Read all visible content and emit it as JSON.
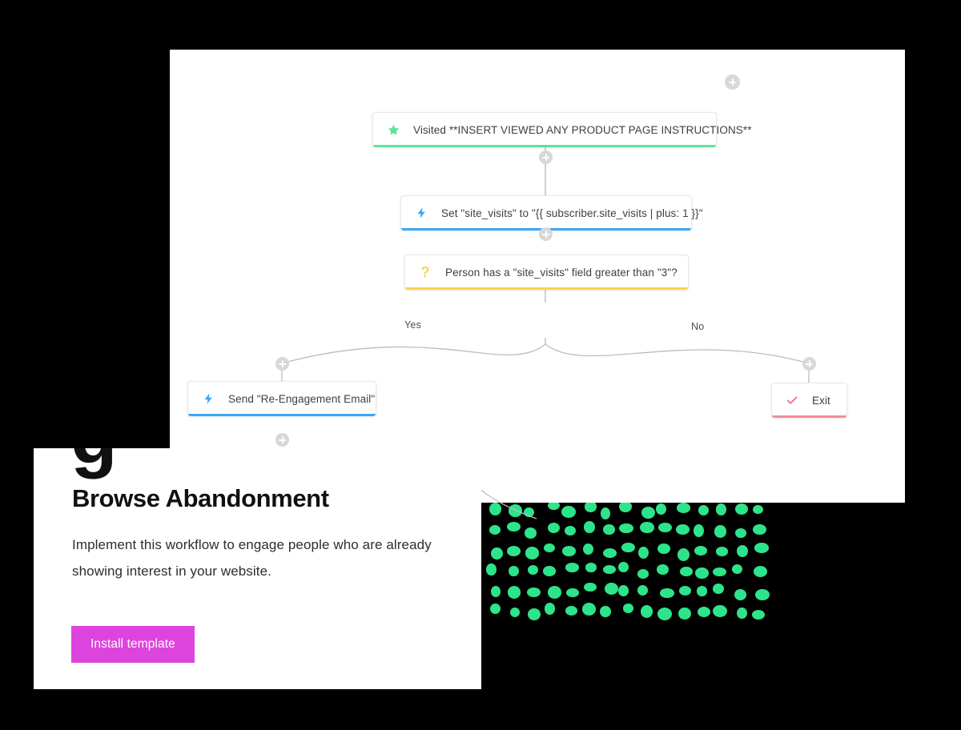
{
  "colors": {
    "canvas_background": "#ffffff",
    "page_background": "#000000",
    "trigger_accent": "#5fe39a",
    "action_accent": "#3ba8f5",
    "condition_accent": "#fbd34d",
    "exit_accent": "#f48a9c",
    "install_button": "#dd44dd",
    "connector_line": "#b8bcc0",
    "dot_pattern": "#2ee48a"
  },
  "workflow": {
    "nodes": [
      {
        "id": "trigger",
        "icon": "star-icon",
        "icon_color": "#5fe39a",
        "accent": "#5fe39a",
        "label": "Visited **INSERT VIEWED ANY PRODUCT PAGE INSTRUCTIONS**"
      },
      {
        "id": "set-field",
        "icon": "lightning-bolt-icon",
        "icon_color": "#3ba8f5",
        "accent": "#3ba8f5",
        "label": "Set \"site_visits\" to \"{{ subscriber.site_visits | plus: 1 }}\""
      },
      {
        "id": "condition",
        "icon": "question-mark-icon",
        "icon_color": "#fbd34d",
        "accent": "#fbd34d",
        "label": "Person has a \"site_visits\" field greater than \"3\"?"
      },
      {
        "id": "send-email",
        "icon": "lightning-bolt-icon",
        "icon_color": "#3ba8f5",
        "accent": "#3ba8f5",
        "label": "Send \"Re-Engagement Email\""
      },
      {
        "id": "exit",
        "icon": "check-icon",
        "icon_color": "#f4647e",
        "accent": "#f48a9c",
        "label": "Exit"
      }
    ],
    "branch_labels": {
      "yes": "Yes",
      "no": "No"
    }
  },
  "card": {
    "clipped_glyph": "g",
    "title": "Browse Abandonment",
    "description": "Implement this workflow to engage people who are already showing interest in your website.",
    "install_button_label": "Install template"
  },
  "decoration": {
    "dot_grid": {
      "columns": 15,
      "rows": 6,
      "color": "#2ee48a"
    }
  }
}
